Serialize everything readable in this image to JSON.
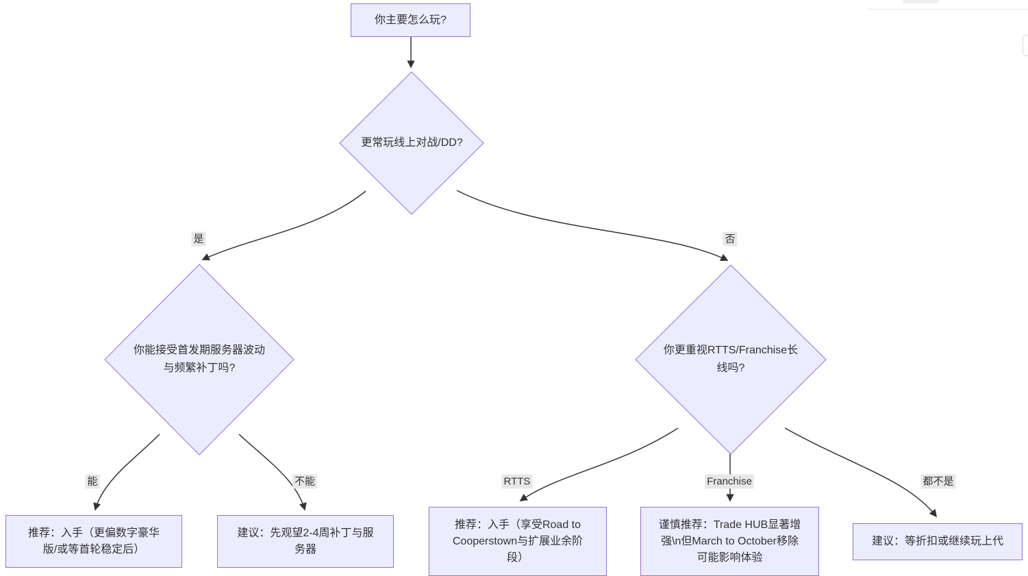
{
  "canvas": {
    "background": "#ffffff"
  },
  "theme": {
    "node_fill": "#ECECFF",
    "node_border": "#9370DB",
    "edge_color": "#333333",
    "edge_label_bg": "#e8e8e8",
    "text_color": "#333333"
  },
  "flowchart": {
    "nodes": {
      "start": "你主要怎么玩?",
      "decision_online": "更常玩线上对战/DD?",
      "decision_server": "你能接受首发期服务器波动\n与频繁补丁吗?",
      "decision_longterm": "你更重视RTTS/Franchise长\n线吗?",
      "result_buy_deluxe": "推荐：入手（更偏数字豪华\n版/或等首轮稳定后）",
      "result_wait": "建议：先观望2-4周补丁与服\n务器",
      "result_buy_rtts": "推荐：入手（享受Road to\nCooperstown与扩展业余阶\n段）",
      "result_cautious": "谨慎推荐：Trade HUB显著增\n强\\n但March to October移除\n可能影响体验",
      "result_discount": "建议：等折扣或继续玩上代"
    },
    "edge_labels": {
      "yes": "是",
      "no": "否",
      "can": "能",
      "cannot": "不能",
      "rtts": "RTTS",
      "franchise": "Franchise",
      "neither": "都不是"
    }
  }
}
